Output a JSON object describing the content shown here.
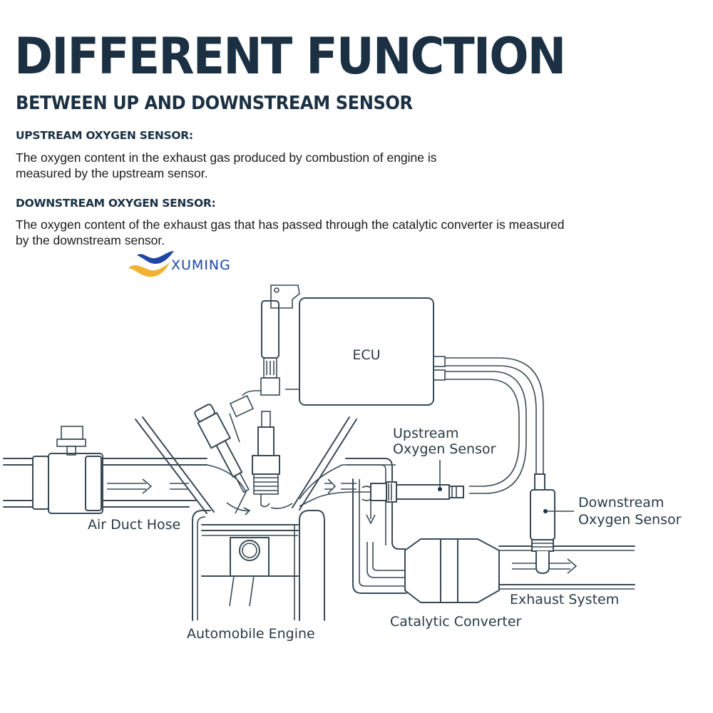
{
  "header": {
    "title": "DIFFERENT FUNCTION",
    "subtitle": "BETWEEN UP AND DOWNSTREAM SENSOR"
  },
  "sections": [
    {
      "heading": "UPSTREAM OXYGEN SENSOR:",
      "lines": [
        "The oxygen content in the exhaust gas produced by combustion of engine is",
        "measured by the upstream sensor."
      ]
    },
    {
      "heading": "DOWNSTREAM OXYGEN SENSOR:",
      "lines": [
        "The oxygen content of the exhaust gas that has passed through the catalytic converter is measured",
        "by the downstream sensor."
      ]
    }
  ],
  "brand": {
    "name": "XUMING",
    "colors": {
      "blue": "#1d46a6",
      "yellow": "#f2b230"
    }
  },
  "diagram": {
    "labels": {
      "ecu": "ECU",
      "upstream_line1": "Upstream",
      "upstream_line2": "Oxygen Sensor",
      "downstream_line1": "Downstream",
      "downstream_line2": "Oxygen Sensor",
      "air_duct": "Air Duct Hose",
      "engine": "Automobile Engine",
      "catalytic": "Catalytic Converter",
      "exhaust": "Exhaust System"
    },
    "colors": {
      "text": "#1b3143",
      "line": "#3a4a55"
    }
  }
}
